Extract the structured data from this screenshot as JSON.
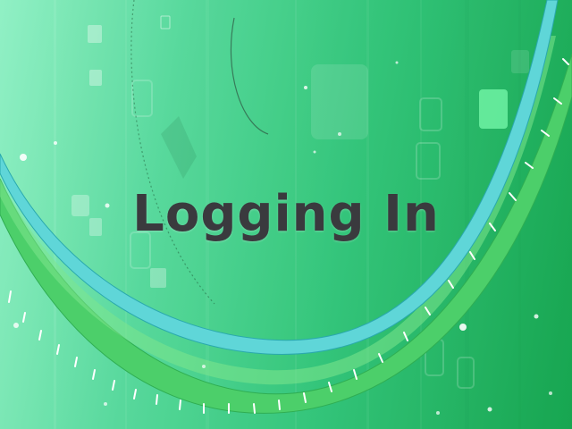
{
  "window": {
    "status_text": "Logging In"
  },
  "icons": {
    "background": "logon-wallpaper-swoosh",
    "accent_arc": "cyan-green-arc-graphic"
  },
  "colors": {
    "background_light": "#8ff0c4",
    "background_dark": "#18a852",
    "arc_cyan": "#5fd6d8",
    "arc_green": "#49cf6a",
    "text": "#3a3a3e"
  }
}
